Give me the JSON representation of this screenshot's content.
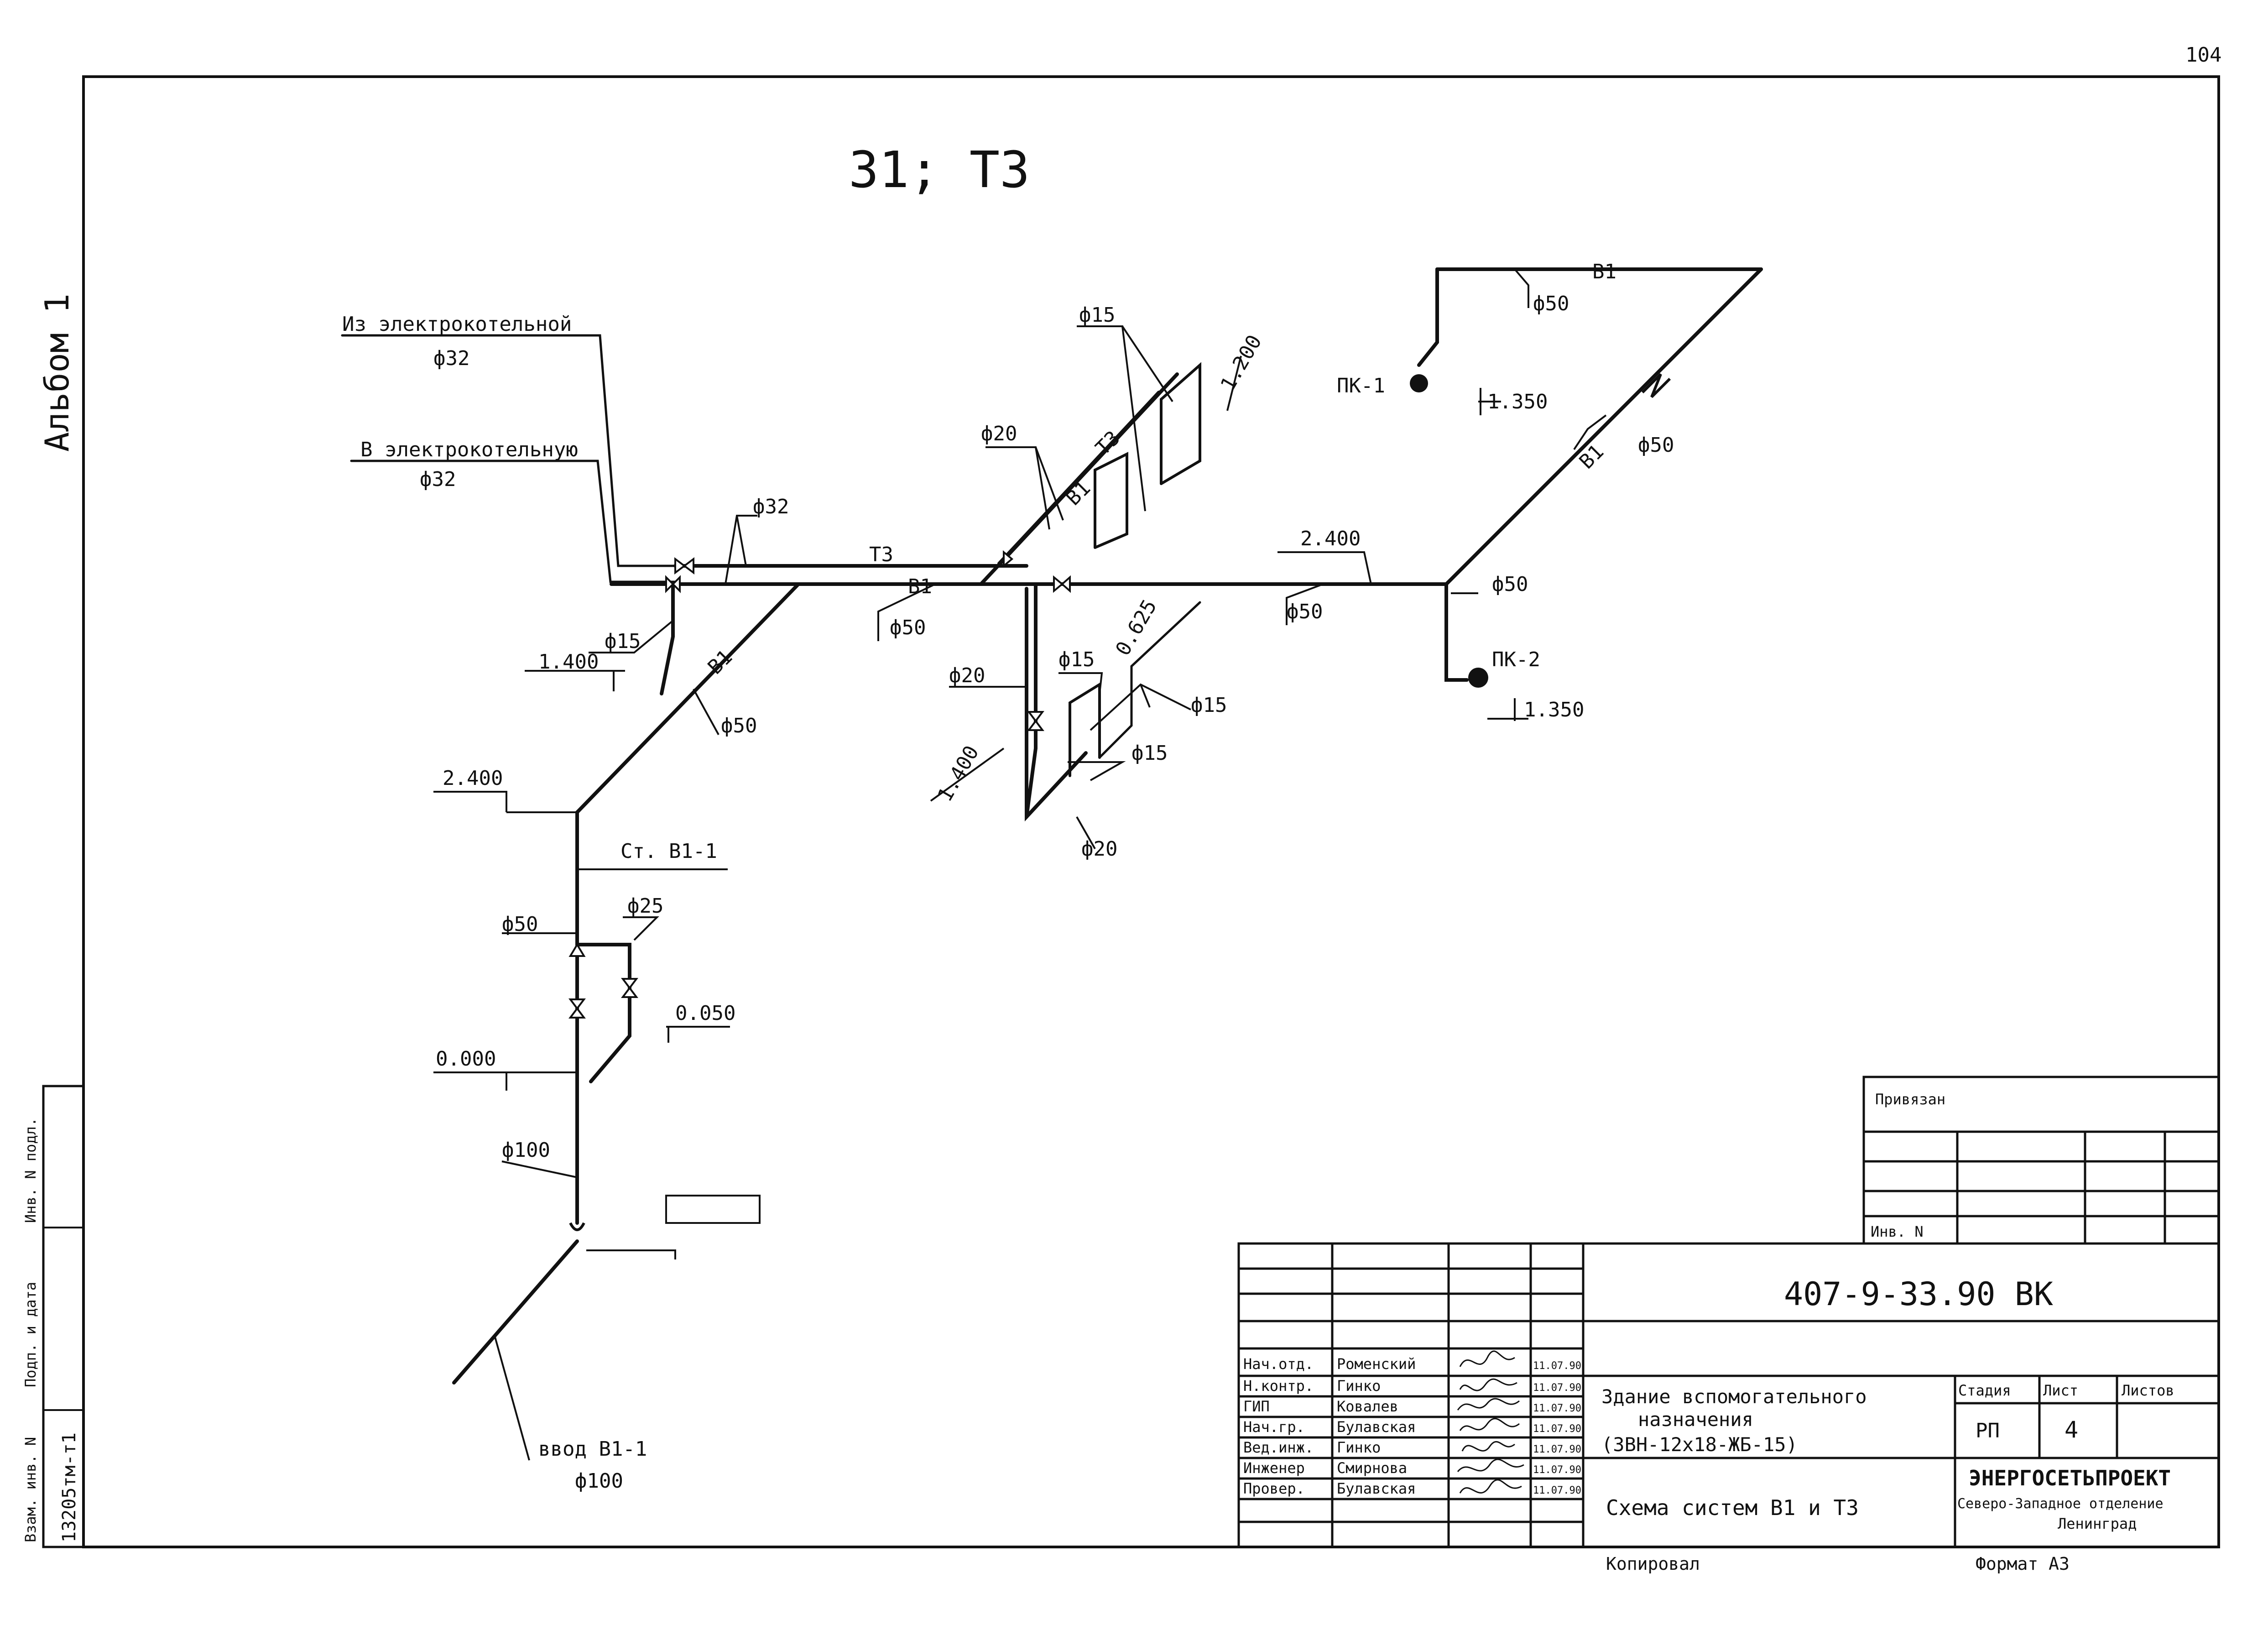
{
  "page_number": "104",
  "album_label": "Альбом 1",
  "sheet_heading": "31; Т3",
  "left_strip": {
    "labels": [
      "Инв. N подл.",
      "Подп. и дата",
      "Взам. инв. N"
    ],
    "number": "13205тм-т1"
  },
  "diagram": {
    "from_boiler": "Из электрокотельной",
    "from_boiler_dia": "ф32",
    "to_boiler": "В электрокотельную",
    "to_boiler_dia": "ф32",
    "dia_32": "ф32",
    "t3": "Т3",
    "b1": "В1",
    "dia_50_main": "ф50",
    "dia_15_left": "ф15",
    "elev_1400_left": "1.400",
    "b1_diag": "В1",
    "dia_50_diag": "ф50",
    "elev_2400_left": "2.400",
    "riser": "Ст. В1-1",
    "dia_50_riser": "ф50",
    "dia_25": "ф25",
    "elev_0050": "0.050",
    "elev_0000": "0.000",
    "dia_100": "ф100",
    "input_label": "ввод В1-1",
    "input_dia": "ф100",
    "dia_20_top": "ф20",
    "dia_15_top": "ф15",
    "t3_riser": "Т3",
    "b1_riser": "В1",
    "elev_1200": "1.200",
    "dia_20_mid": "ф20",
    "dia_15_mid": "ф15",
    "elev_0625": "0.625",
    "dia_15_right": "ф15",
    "dia_15_bottom": "ф15",
    "elev_1400_mid": "1.400",
    "dia_20_bottom": "ф20",
    "elev_2400_right": "2.400",
    "dia_50_right": "ф50",
    "b1_top": "В1",
    "dia_50_top": "ф50",
    "pk1": "ПК-1",
    "elev_1350_top": "1.350",
    "b1_diag_right": "В1",
    "dia_50_diag_right": "ф50",
    "dia_50_pk2": "ф50",
    "pk2": "ПК-2",
    "elev_1350_bottom": "1.350"
  },
  "attached_block": {
    "title": "Привязан",
    "inv": "Инв. N"
  },
  "title_block": {
    "doc_code": "407-9-33.90 ВК",
    "rows": [
      {
        "role": "Нач.отд.",
        "name": "Роменский",
        "date": "11.07.90"
      },
      {
        "role": "Н.контр.",
        "name": "Гинко",
        "date": "11.07.90"
      },
      {
        "role": "ГИП",
        "name": "Ковалев",
        "date": "11.07.90"
      },
      {
        "role": "Нач.гр.",
        "name": "Булавская",
        "date": "11.07.90"
      },
      {
        "role": "Вед.инж.",
        "name": "Гинко",
        "date": "11.07.90"
      },
      {
        "role": "Инженер",
        "name": "Смирнова",
        "date": "11.07.90"
      },
      {
        "role": "Провер.",
        "name": "Булавская",
        "date": "11.07.90"
      }
    ],
    "building_line1": "Здание вспомогательного",
    "building_line2": "назначения",
    "building_line3": "(3ВН-12х18-ЖБ-15)",
    "sheet_title": "Схема систем В1 и Т3",
    "stage_header": "Стадия",
    "sheet_header": "Лист",
    "sheets_header": "Листов",
    "stage": "РП",
    "sheet": "4",
    "org_line1": "ЭНЕРГОСЕТЬПРОЕКТ",
    "org_line2": "Северо-Западное отделение",
    "org_line3": "Ленинград",
    "copied": "Копировал",
    "format": "Формат А3"
  }
}
